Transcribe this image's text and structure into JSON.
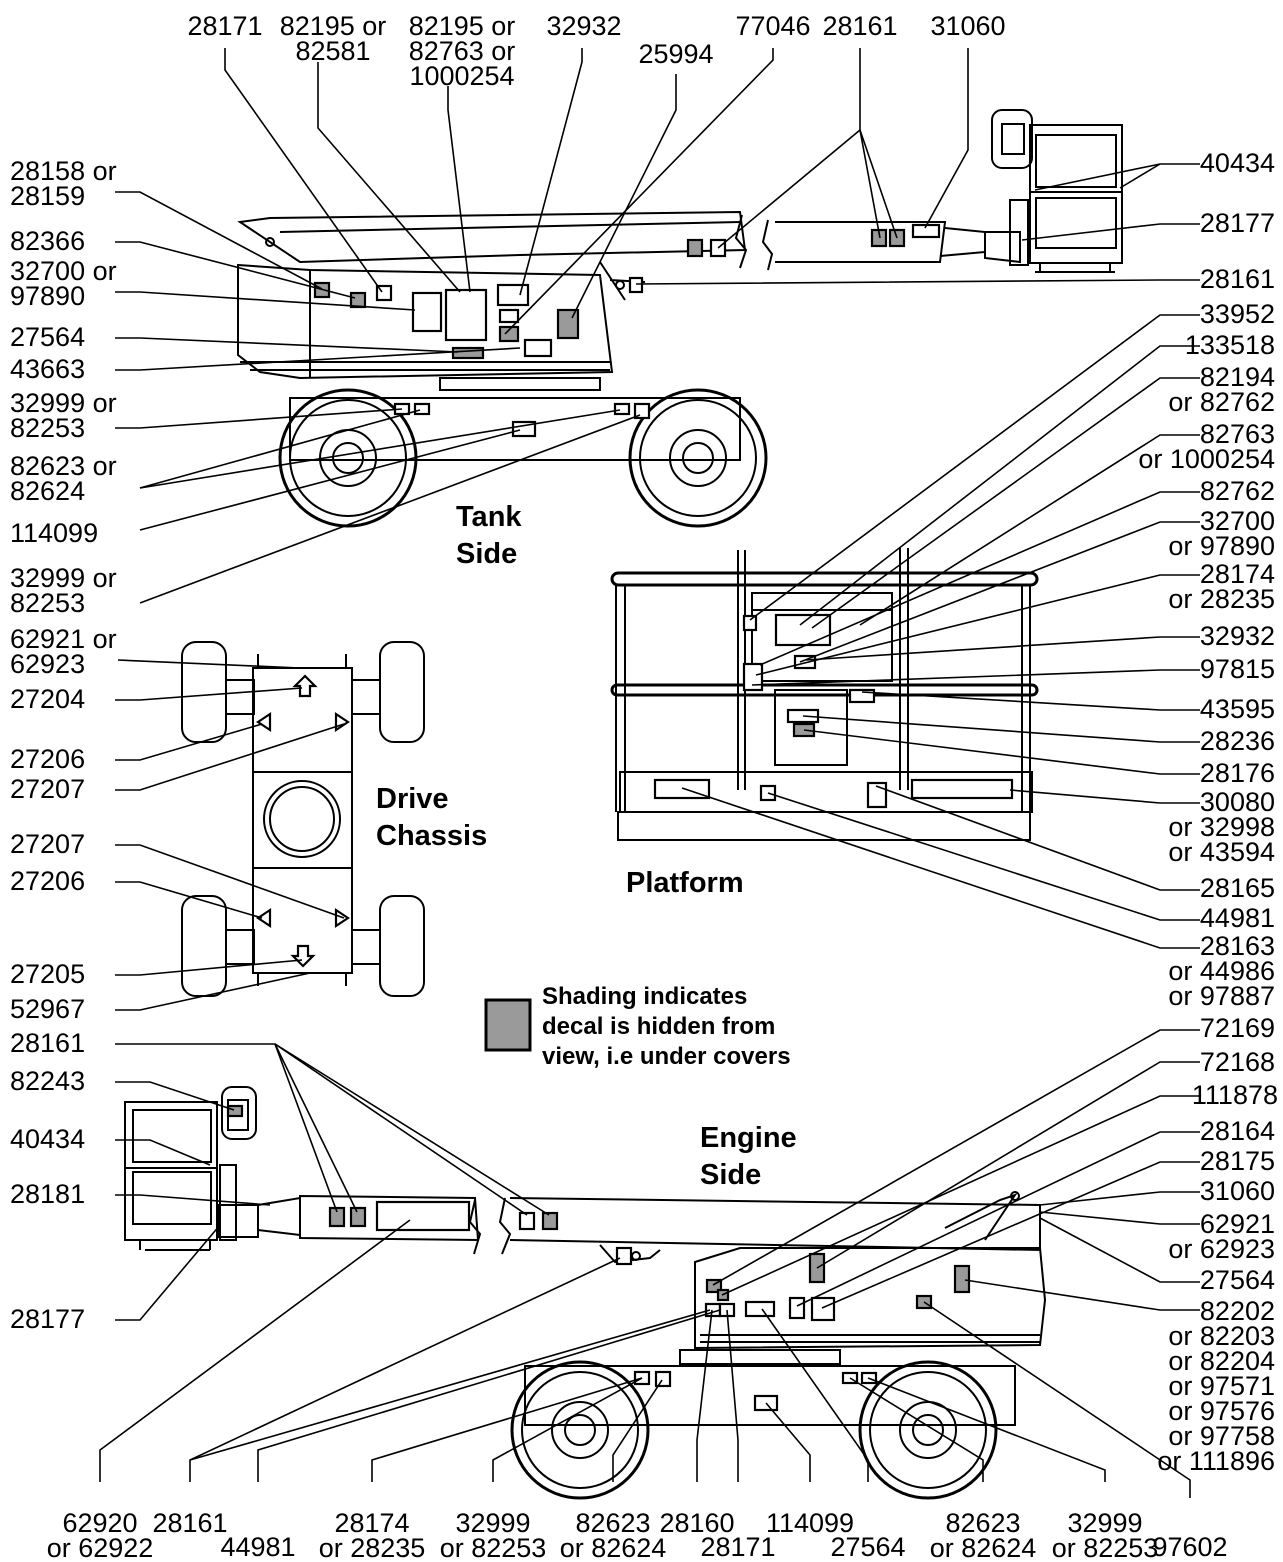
{
  "titles": {
    "tank_side": [
      "Tank",
      "Side"
    ],
    "drive_chassis": [
      "Drive",
      "Chassis"
    ],
    "platform": "Platform",
    "engine_side": [
      "Engine",
      "Side"
    ]
  },
  "legend": {
    "lines": [
      "Shading indicates",
      "decal is hidden from",
      "view, i.e under covers"
    ]
  },
  "labels": {
    "top": [
      {
        "id": "t1",
        "lines": [
          "28171"
        ]
      },
      {
        "id": "t2",
        "lines": [
          "82195 or",
          "82581"
        ]
      },
      {
        "id": "t3",
        "lines": [
          "82195 or",
          "82763 or",
          "1000254"
        ]
      },
      {
        "id": "t4",
        "lines": [
          "32932"
        ]
      },
      {
        "id": "t5",
        "lines": [
          "25994"
        ]
      },
      {
        "id": "t6",
        "lines": [
          "77046"
        ]
      },
      {
        "id": "t7",
        "lines": [
          "28161"
        ]
      },
      {
        "id": "t8",
        "lines": [
          "31060"
        ]
      }
    ],
    "left": [
      {
        "id": "l1",
        "lines": [
          "28158 or",
          "28159"
        ]
      },
      {
        "id": "l2",
        "lines": [
          "82366"
        ]
      },
      {
        "id": "l3",
        "lines": [
          "32700 or",
          "97890"
        ]
      },
      {
        "id": "l4",
        "lines": [
          "27564"
        ]
      },
      {
        "id": "l5",
        "lines": [
          "43663"
        ]
      },
      {
        "id": "l6",
        "lines": [
          "32999 or",
          "82253"
        ]
      },
      {
        "id": "l7",
        "lines": [
          "82623 or",
          "82624"
        ]
      },
      {
        "id": "l8",
        "lines": [
          "114099"
        ]
      },
      {
        "id": "l9",
        "lines": [
          "32999 or",
          "82253"
        ]
      },
      {
        "id": "l10",
        "lines": [
          "62921 or",
          "62923"
        ]
      },
      {
        "id": "l11",
        "lines": [
          "27204"
        ]
      },
      {
        "id": "l12",
        "lines": [
          "27206"
        ]
      },
      {
        "id": "l13",
        "lines": [
          "27207"
        ]
      },
      {
        "id": "l14",
        "lines": [
          "27207"
        ]
      },
      {
        "id": "l15",
        "lines": [
          "27206"
        ]
      },
      {
        "id": "l16",
        "lines": [
          "27205"
        ]
      },
      {
        "id": "l17",
        "lines": [
          "52967"
        ]
      },
      {
        "id": "l18",
        "lines": [
          "28161"
        ]
      },
      {
        "id": "l19",
        "lines": [
          "82243"
        ]
      },
      {
        "id": "l20",
        "lines": [
          "40434"
        ]
      },
      {
        "id": "l21",
        "lines": [
          "28181"
        ]
      },
      {
        "id": "l22",
        "lines": [
          "28177"
        ]
      }
    ],
    "right": [
      {
        "id": "r1",
        "lines": [
          "40434"
        ]
      },
      {
        "id": "r2",
        "lines": [
          "28177"
        ]
      },
      {
        "id": "r3",
        "lines": [
          "28161"
        ]
      },
      {
        "id": "r4",
        "lines": [
          "33952"
        ]
      },
      {
        "id": "r5",
        "lines": [
          "133518"
        ]
      },
      {
        "id": "r6",
        "lines": [
          "82194",
          "or 82762"
        ]
      },
      {
        "id": "r7",
        "lines": [
          "82763",
          "or 1000254"
        ]
      },
      {
        "id": "r8",
        "lines": [
          "82762"
        ]
      },
      {
        "id": "r9",
        "lines": [
          "32700",
          "or 97890"
        ]
      },
      {
        "id": "r10",
        "lines": [
          "28174",
          "or 28235"
        ]
      },
      {
        "id": "r11",
        "lines": [
          "32932"
        ]
      },
      {
        "id": "r12",
        "lines": [
          "97815"
        ]
      },
      {
        "id": "r13",
        "lines": [
          "43595"
        ]
      },
      {
        "id": "r14",
        "lines": [
          "28236"
        ]
      },
      {
        "id": "r15",
        "lines": [
          "28176"
        ]
      },
      {
        "id": "r16",
        "lines": [
          "30080",
          "or 32998",
          "or 43594"
        ]
      },
      {
        "id": "r17",
        "lines": [
          "28165"
        ]
      },
      {
        "id": "r18",
        "lines": [
          "44981"
        ]
      },
      {
        "id": "r19",
        "lines": [
          "28163",
          "or 44986",
          "or 97887"
        ]
      },
      {
        "id": "r20",
        "lines": [
          "72169"
        ]
      },
      {
        "id": "r21",
        "lines": [
          "72168"
        ]
      },
      {
        "id": "r22",
        "lines": [
          "111878"
        ]
      },
      {
        "id": "r23",
        "lines": [
          "28164"
        ]
      },
      {
        "id": "r24",
        "lines": [
          "28175"
        ]
      },
      {
        "id": "r25",
        "lines": [
          "31060"
        ]
      },
      {
        "id": "r26",
        "lines": [
          "62921",
          "or 62923"
        ]
      },
      {
        "id": "r27",
        "lines": [
          "27564"
        ]
      },
      {
        "id": "r28",
        "lines": [
          "82202",
          "or 82203",
          "or 82204",
          "or 97571",
          "or 97576",
          "or 97758",
          "or 111896"
        ]
      }
    ],
    "bottom": [
      {
        "id": "b1",
        "lines": [
          "62920",
          "or 62922"
        ]
      },
      {
        "id": "b2",
        "lines": [
          "28161"
        ]
      },
      {
        "id": "b3",
        "lines": [
          "44981"
        ]
      },
      {
        "id": "b4",
        "lines": [
          "28174",
          "or 28235"
        ]
      },
      {
        "id": "b5",
        "lines": [
          "32999",
          "or 82253"
        ]
      },
      {
        "id": "b6",
        "lines": [
          "82623",
          "or 82624"
        ]
      },
      {
        "id": "b7",
        "lines": [
          "28160"
        ]
      },
      {
        "id": "b8",
        "lines": [
          "28171"
        ]
      },
      {
        "id": "b9",
        "lines": [
          "114099"
        ]
      },
      {
        "id": "b10",
        "lines": [
          "27564"
        ]
      },
      {
        "id": "b11",
        "lines": [
          "82623",
          "or 82624"
        ]
      },
      {
        "id": "b12",
        "lines": [
          "32999",
          "or 82253"
        ]
      },
      {
        "id": "b13",
        "lines": [
          "97602"
        ]
      }
    ]
  }
}
